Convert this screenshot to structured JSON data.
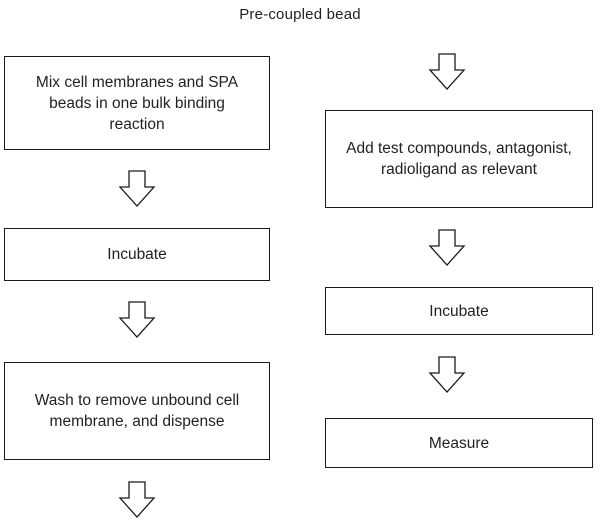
{
  "title": "Pre-coupled bead",
  "left_column": {
    "steps": [
      "Mix cell membranes and SPA beads in one bulk binding reaction",
      "Incubate",
      "Wash to remove unbound cell membrane, and dispense"
    ]
  },
  "right_column": {
    "steps": [
      "Add test compounds, antagonist, radioligand as relevant",
      "Incubate",
      "Measure"
    ]
  },
  "colors": {
    "border": "#1a1a1a",
    "arrow_stroke": "#1a1a1a",
    "background": "#ffffff"
  },
  "icons": {
    "arrow": "down-arrow-icon"
  }
}
